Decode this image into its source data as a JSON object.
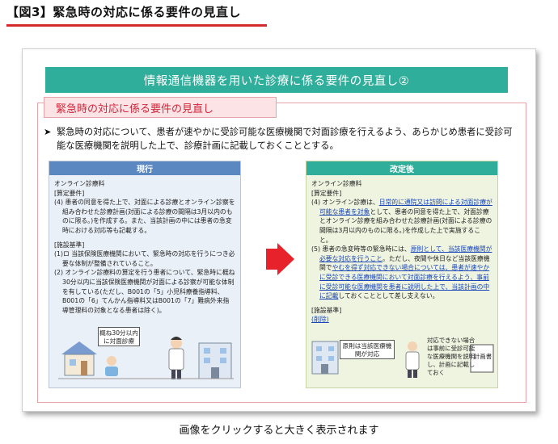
{
  "header": {
    "title": "【図3】緊急時の対応に係る要件の見直し"
  },
  "slide": {
    "banner": "情報通信機器を用いた診療に係る要件の見直し②",
    "section_tab": "緊急時の対応に係る要件の見直し",
    "lead_bullet": "➤",
    "lead": "緊急時の対応について、患者が速やかに受診可能な医療機関で対面診療を行えるよう、あらかじめ患者に受診可能な医療機関を説明した上で、診療計画に記載しておくこととする。",
    "current": {
      "heading": "現行",
      "fee": "オンライン診療料",
      "req_heading": "[算定要件]",
      "req1": "(4) 患者の同意を得た上で、対面による診療とオンライン診察を組み合わせた診療計画(対面による診療の間隔は3月以内のものに限る。)を作成する。また、当該計画の中には患者の急変時における対応等も記載する。",
      "std_heading": "[施設基準]",
      "std1": "(1)ロ 当該保険医療機関において、緊急時の対応を行うにつき必要な体制が整備されていること。",
      "std2": "(2) オンライン診療料の算定を行う患者について、緊急時に概ね30分以内に当該保険医療機関が対面による診察が可能な体制を有している(ただし、B001の「5」小児科療養指導料、B001の「6」てんかん指導料又はB001の「7」難病外来指導管理料の対象となる患者は除く)。",
      "callout": "概ね30分以内に対面診療"
    },
    "revised": {
      "heading": "改定後",
      "fee": "オンライン診療料",
      "req_heading": "[算定要件]",
      "req1_a": "(4) オンライン診療は、",
      "req1_hl": "日常的に通院又は訪問による対面診療が可能な患者を対象",
      "req1_b": "として、患者の同意を得た上で、対面診療とオンライン診療を組み合わせた診療計画(対面による診療の間隔は3月以内のものに限る。)を作成した上で実施すること。",
      "req5_a": "(5) 患者の急変時等の緊急時には、",
      "req5_hl1": "原則として、当該医療機関が必要な対応を行うこと",
      "req5_b": "。ただし、夜間や休日など当該医療機関で",
      "req5_hl2": "やむを得ず対応できない場合については、患者が速やかに受診できる医療機関において対面診療を行えるよう、事前に受診可能な医療機関を患者に説明した上で、当該計画の中に記載",
      "req5_c": "しておくこととして差し支えない。",
      "std_heading": "[施設基準]",
      "std_deleted": "(削除)",
      "callout_left": "原則は当該医療機関が対応",
      "callout_right": "対応できない場合は事前に受診可能な医療機関を説明し、計画に記載しておく",
      "plan_label": "計画書"
    },
    "arrow_color": "#e8222a"
  },
  "footer": {
    "caption": "画像をクリックすると大きく表示されます"
  },
  "colors": {
    "banner": "#2fae9b",
    "current_head": "#5c88c2",
    "revised_head": "#2fae9b",
    "section_text": "#d1263a",
    "highlight": "#1a46b8",
    "title_underline": "#d42a2a"
  }
}
